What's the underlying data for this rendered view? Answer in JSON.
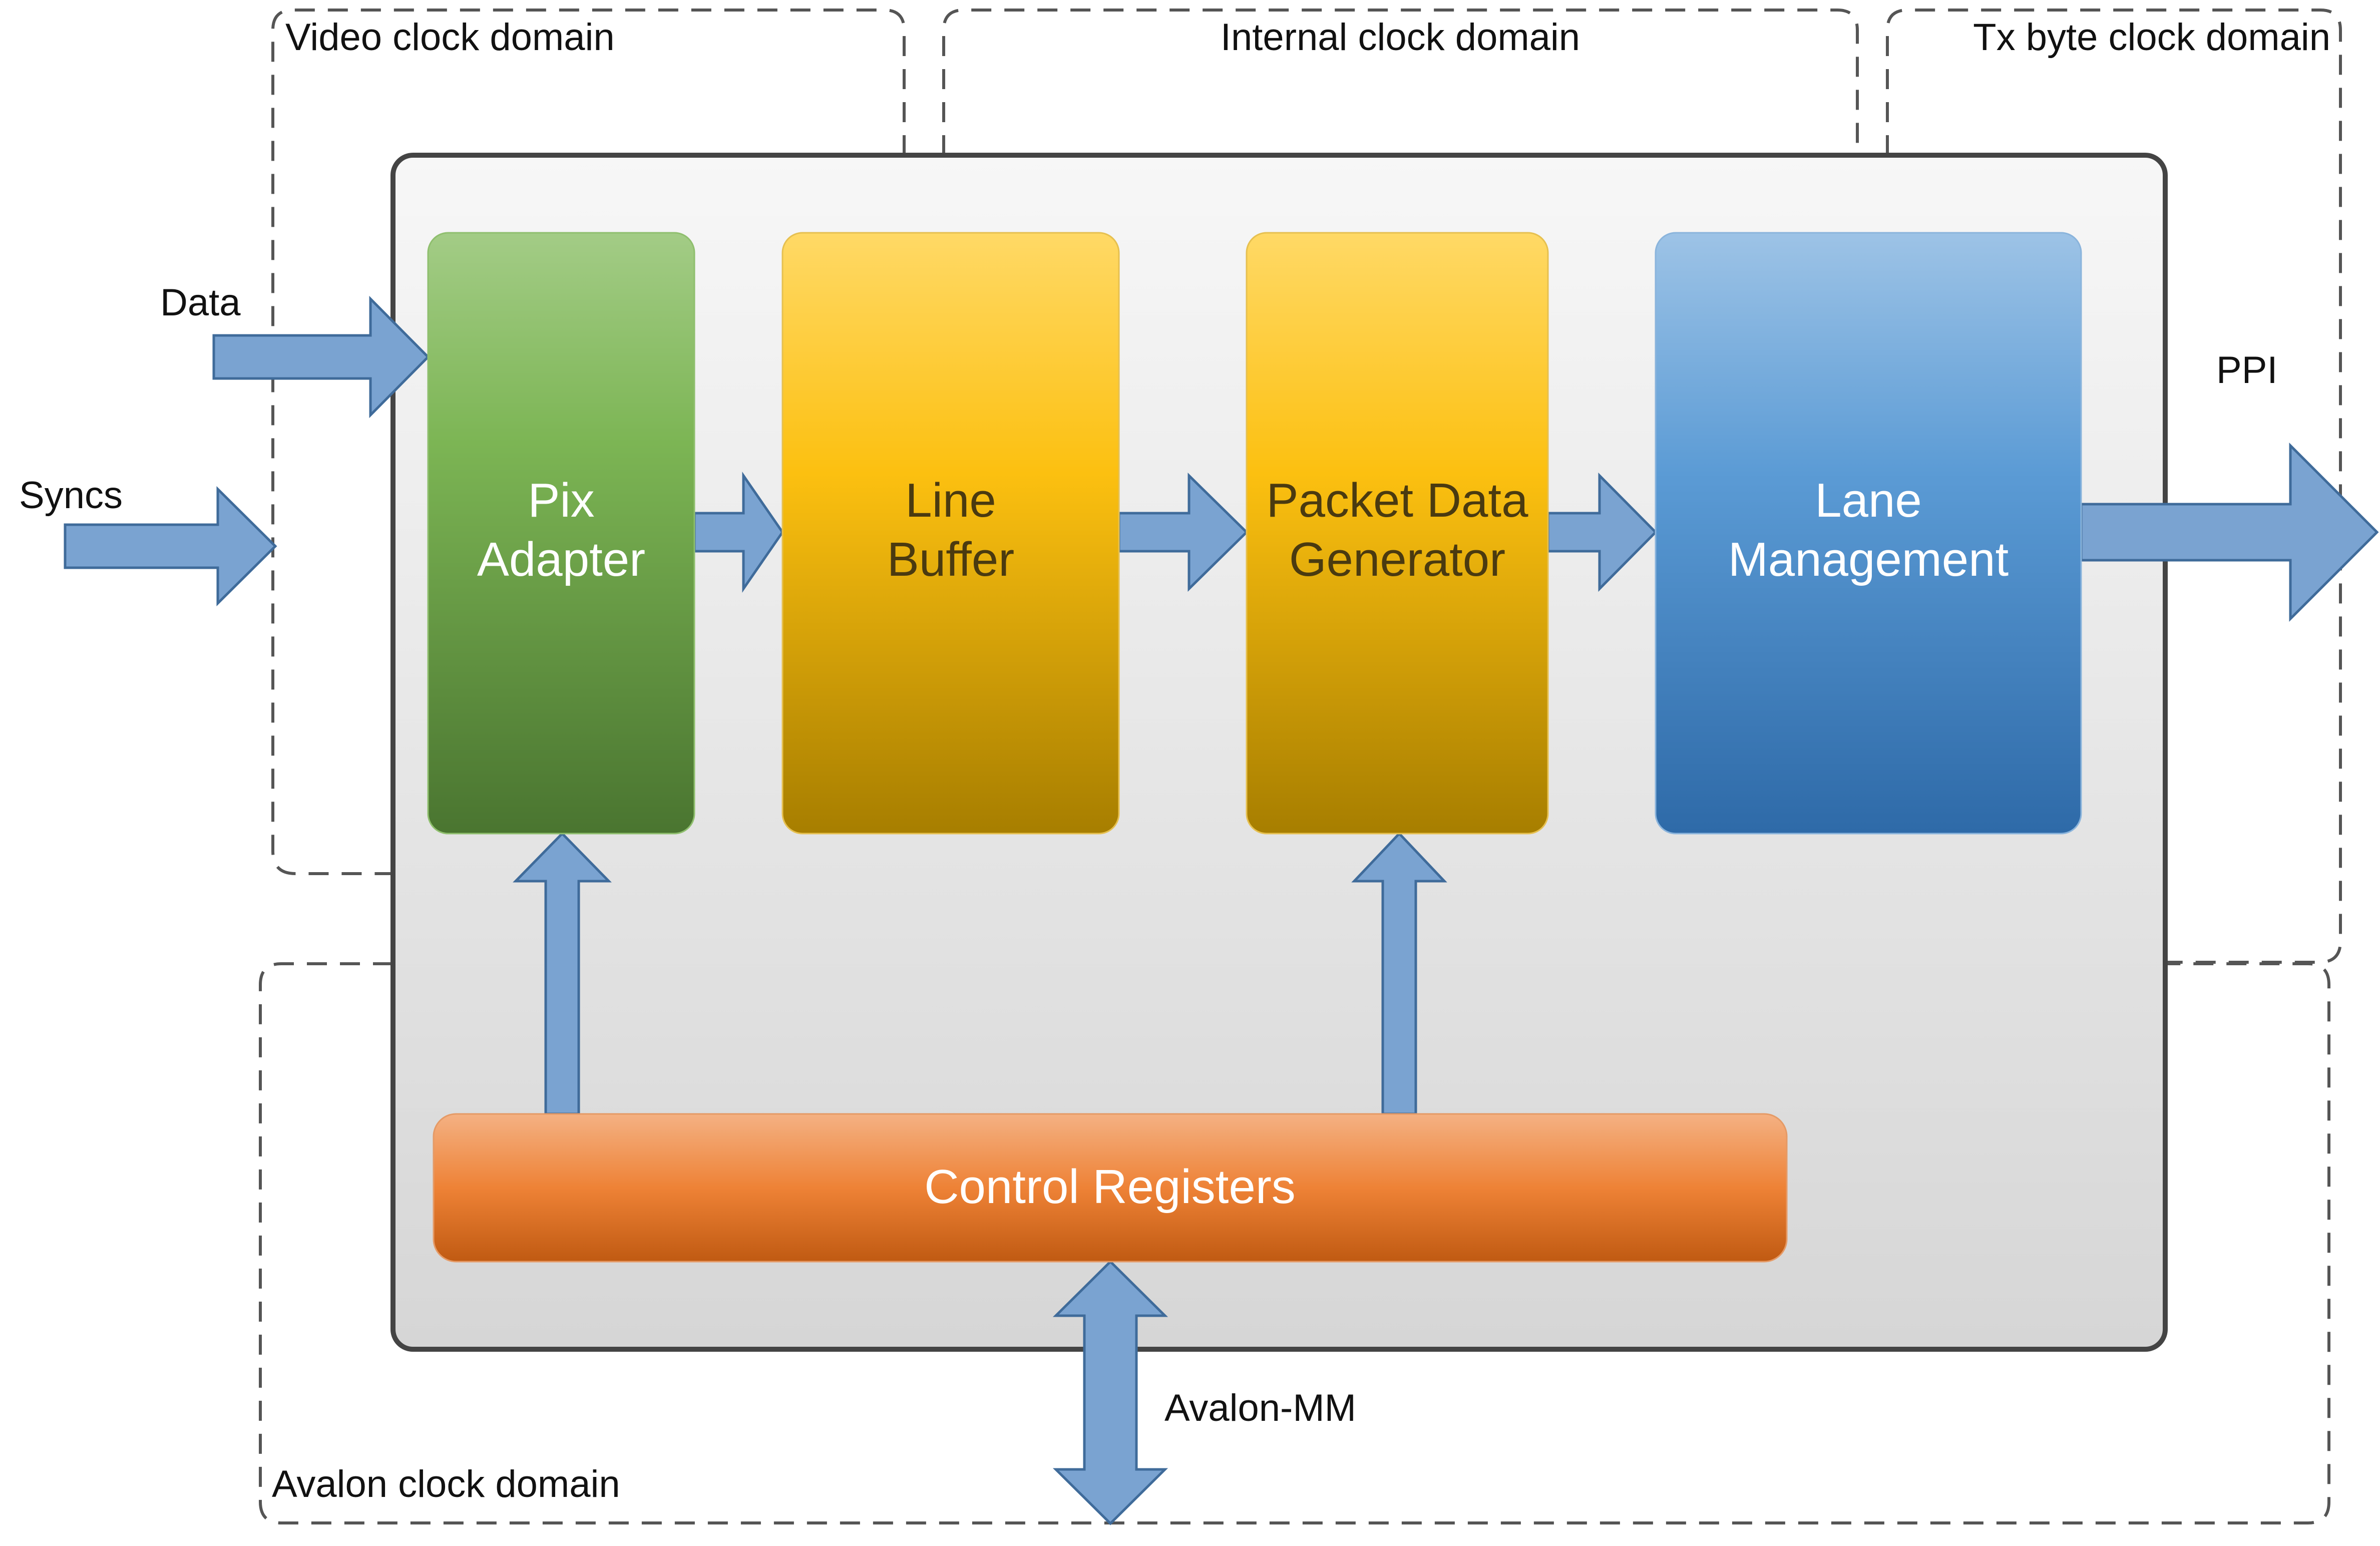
{
  "domains": {
    "video": "Video clock domain",
    "internal": "Internal clock domain",
    "txbyte": "Tx byte clock domain",
    "avalon": "Avalon clock domain"
  },
  "inputs": {
    "data": "Data",
    "syncs": "Syncs"
  },
  "outputs": {
    "ppi": "PPI",
    "avalon_mm": "Avalon-MM"
  },
  "blocks": {
    "pix_adapter": [
      "Pix",
      "Adapter"
    ],
    "line_buffer": [
      "Line",
      "Buffer"
    ],
    "packet_data_generator": [
      "Packet Data",
      "Generator"
    ],
    "lane_management": [
      "Lane",
      "Management"
    ],
    "control_registers": "Control Registers"
  },
  "colors": {
    "arrow_fill": "#7aa3d1",
    "arrow_stroke": "#3f6b9a",
    "green_top": "#a3cc86",
    "green_bottom": "#4a7530",
    "yellow_top": "#ffd966",
    "yellow_bottom": "#a77e00",
    "blue_top": "#9dc3e6",
    "blue_bottom": "#2e6aa8",
    "orange_top": "#f4b183",
    "orange_bottom": "#c05a12"
  }
}
